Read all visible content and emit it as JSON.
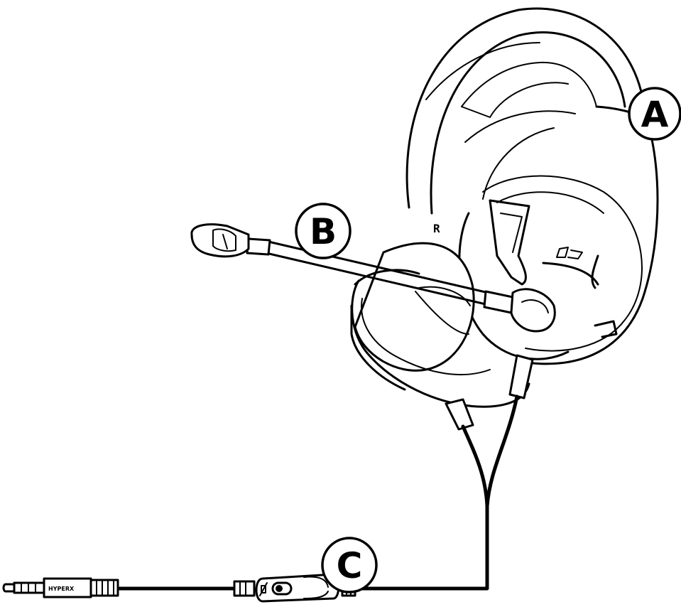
{
  "callouts": {
    "a": {
      "label": "A"
    },
    "b": {
      "label": "B"
    },
    "c": {
      "label": "C"
    }
  },
  "side_marking": "R",
  "plug_brand": "HYPERX"
}
